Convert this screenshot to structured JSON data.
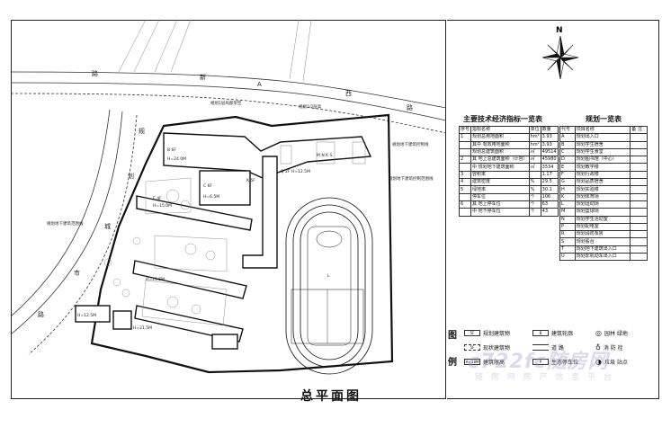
{
  "title": "总平面图",
  "north_label": "N",
  "road_labels": {
    "top_1": "路",
    "top_2": "新",
    "top_3": "A",
    "top_4": "西",
    "top_5": "路",
    "left_1": "规",
    "left_2": "划",
    "left_3": "城",
    "left_4": "市",
    "left_5": "路"
  },
  "map_notes": {
    "note_1": "规划1层局部架空",
    "note_2": "规划1/2层高",
    "note_3": "规划地下建筑控制线",
    "note_4": "规划地下建筑控制范围线",
    "note_5": "规划地下建筑范围线"
  },
  "building_labels": {
    "b1": "B 6F",
    "b1h": "H=24.0M",
    "b2": "C 6F",
    "b2h": "H=6.5M",
    "b3": "E 4F",
    "b3h": "H=15.0M",
    "b4": "Q 2F  H=12.5M",
    "b5": "K 5F",
    "b6": "H=21.5M",
    "b7": "H=12.5M",
    "b8": "H=21.5M",
    "b9": "M N K S",
    "b10": "L"
  },
  "indicators": {
    "title": "主要技术经济指标一览表",
    "headers": [
      "序号",
      "指标名称",
      "单位",
      "数量"
    ],
    "rows": [
      [
        "1",
        "规划总用地面积",
        "hm²",
        "3.93"
      ],
      [
        "",
        "其中 有效用地面积",
        "hm²",
        "3.93"
      ],
      [
        "",
        "规划总建筑面积",
        "㎡",
        "49514"
      ],
      [
        "2",
        "其 地上总建筑面积（计容）",
        "㎡",
        "45980"
      ],
      [
        "",
        "中 规划地下建筑面积",
        "㎡",
        "3534"
      ],
      [
        "3",
        "容积率",
        "",
        "1.17"
      ],
      [
        "4",
        "建筑密度",
        "%",
        "29.5"
      ],
      [
        "5",
        "绿地率",
        "%",
        "30.1"
      ],
      [
        "",
        "停车位",
        "个",
        "106"
      ],
      [
        "6",
        "其 地上停车位",
        "个",
        "63"
      ],
      [
        "",
        "中 地下停车位",
        "个",
        "43"
      ]
    ]
  },
  "plan_list": {
    "title": "规划一览表",
    "headers": [
      "代号",
      "项目名称",
      "备 注"
    ],
    "rows": [
      [
        "A",
        "规划出入口",
        ""
      ],
      [
        "B",
        "规划学生宿舍",
        ""
      ],
      [
        "C",
        "规划学生食堂",
        ""
      ],
      [
        "D",
        "规划图书馆（中心）",
        ""
      ],
      [
        "E",
        "规划教学楼",
        ""
      ],
      [
        "F",
        "规划行政楼",
        ""
      ],
      [
        "G",
        "规划品质宿舍",
        ""
      ],
      [
        "H",
        "规划实验楼",
        ""
      ],
      [
        "K",
        "规划体育场",
        ""
      ],
      [
        "L",
        "规划运动场",
        ""
      ],
      [
        "M",
        "规划篮球场",
        ""
      ],
      [
        "N",
        "规划学生活动室",
        ""
      ],
      [
        "P",
        "规划配电室",
        ""
      ],
      [
        "R",
        "规划消防泵房",
        ""
      ],
      [
        "S",
        "规划看台",
        ""
      ],
      [
        "T",
        "规划地下建筑出入口",
        ""
      ],
      [
        "U",
        "规划非机动车出入口",
        ""
      ]
    ]
  },
  "legend": {
    "heading_1": "图",
    "heading_2": "例",
    "items": {
      "i1": "规划建筑物",
      "i2": "现状建筑物",
      "i3": "建筑限高",
      "i4": "建筑轮廓",
      "i5": "道 路",
      "i6": "生态停车位",
      "i7": "园林 绿地",
      "i8": "消 防 栓",
      "i9": "垃圾 站点"
    },
    "swatch_text": {
      "s1": "5F",
      "s2": "5F",
      "s3": "H=18M",
      "s4": "B"
    }
  },
  "watermark": {
    "main": "c722fc随房网",
    "sub": "随 房 网 房 产 信 息 平 台"
  }
}
